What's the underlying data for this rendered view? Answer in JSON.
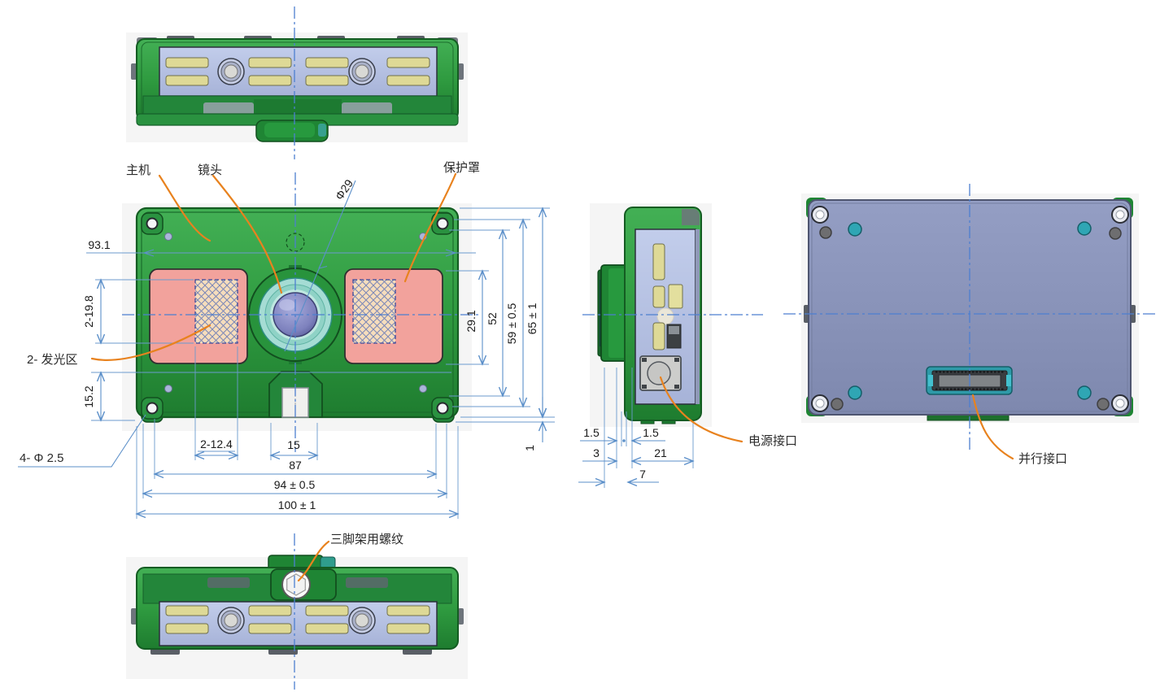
{
  "labels": {
    "main_unit": "主机",
    "lens": "镜头",
    "lens_diameter": "Φ29",
    "protective_cover": "保护罩",
    "emitting_area": "2- 发光区",
    "corner_holes": "4- Φ 2.5",
    "tripod_thread": "三脚架用螺纹",
    "power_port": "电源接口",
    "parallel_port": "并行接口"
  },
  "front_dims": {
    "top_width": "93.1",
    "emit_height": "2-19.8",
    "bottom_height": "15.2",
    "emit_width": "2-12.4",
    "connector_width": "15",
    "hole_span": "87",
    "body_width": "94 ± 0.5",
    "overall_width": "100 ± 1",
    "window_height": "29.1",
    "inner_height": "52",
    "body_height": "59 ± 0.5",
    "overall_height": "65 ± 1",
    "step": "1"
  },
  "side_dims": {
    "gap_left": "1.5",
    "gap_right": "1.5",
    "offset_3": "3",
    "depth_21": "21",
    "depth_7": "7"
  },
  "colors": {
    "body_green": "#2f9b40",
    "panel_lavender": "#b4c0e4",
    "strip_yellow": "#ded996",
    "emit_pink": "#f2a29c",
    "hatch_bg": "#f6ddbc",
    "lens_teal": "#a5dcd4",
    "lens_purple": "#7d81bd",
    "back_blue": "#8a94bc",
    "port_teal": "#2fa6b4",
    "dimension_blue": "#5b8fc9",
    "leader_orange": "#e8821e",
    "centerline_blue": "#4d7fd0"
  }
}
